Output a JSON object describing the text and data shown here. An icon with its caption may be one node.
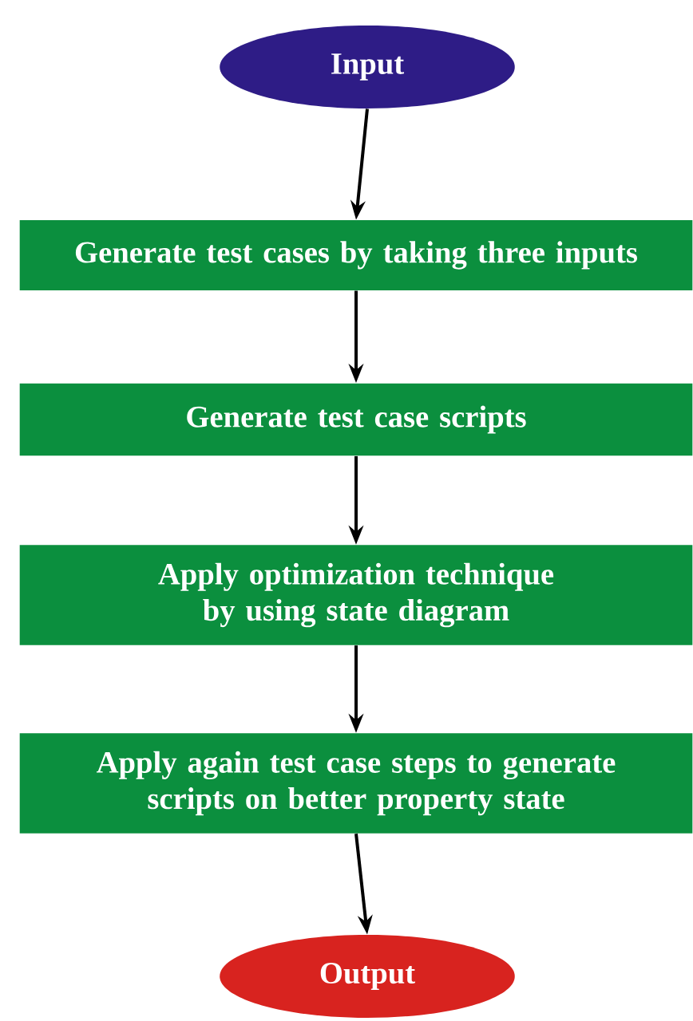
{
  "diagram": {
    "nodes": [
      {
        "text": [
          "Input"
        ]
      },
      {
        "text": [
          "Generate test cases by taking three inputs"
        ]
      },
      {
        "text": [
          "Generate test case scripts"
        ]
      },
      {
        "text": [
          "Apply optimization technique by using state diagram"
        ]
      },
      {
        "text": [
          "Apply again test case steps to generate scripts on better property state"
        ]
      },
      {
        "text": [
          "Output"
        ]
      }
    ],
    "edges": [
      {
        "from": 0,
        "to": 1,
        "arrow": "to"
      },
      {
        "from": 1,
        "to": 2,
        "arrow": "to"
      },
      {
        "from": 2,
        "to": 3,
        "arrow": "to"
      },
      {
        "from": 3,
        "to": 4,
        "arrow": "to"
      },
      {
        "from": 4,
        "to": 5,
        "arrow": "to"
      }
    ]
  }
}
